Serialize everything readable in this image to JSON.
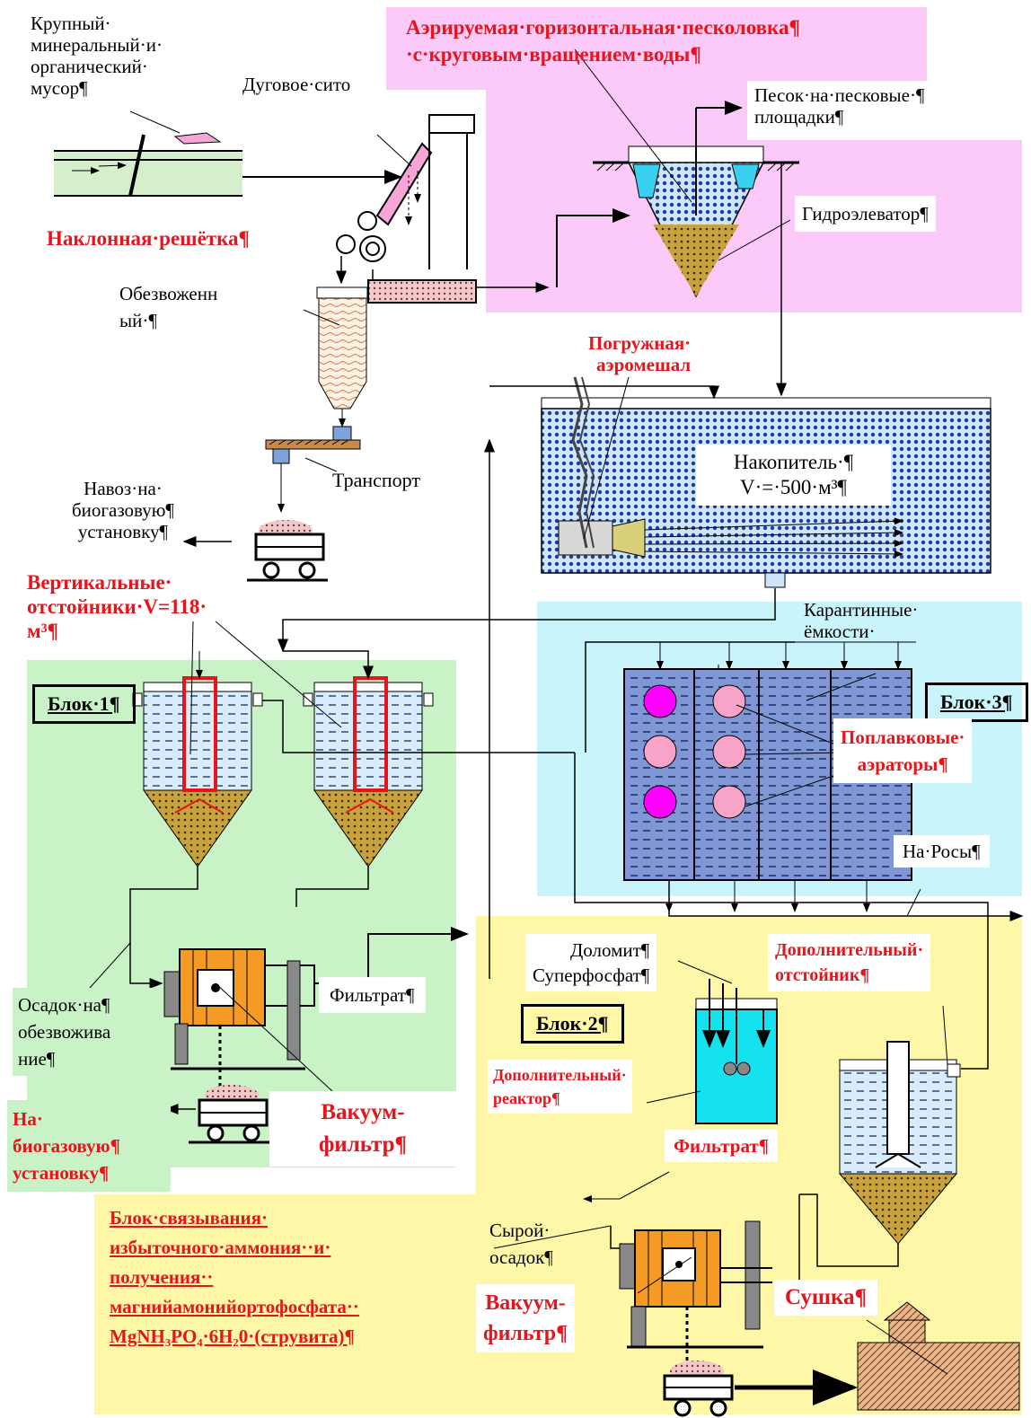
{
  "labels": {
    "coarse_debris": "Крупный·\nминеральный·и·\nорганический·\nмусор¶",
    "arc_sieve": "Дуговое·сито",
    "inclined_grate": "Наклонная·решётка¶",
    "dewatered": "Обезвоженн\nый·¶",
    "transport": "Транспорт",
    "manure_to_biogas": "Навоз·на·\nбиогазовую¶\nустановку¶",
    "sand_trap_title": "Аэрируемая·горизонтальная·песколовка¶\n·с·круговым·вращением·воды¶",
    "sand_to_pads": "Песок·на·песковые·¶\nплощадки¶",
    "hydroelevator": "Гидроэлеватор¶",
    "submersible_mixer": "Погружная·\nаэромешал",
    "storage": "Накопитель·¶\nV·=·500·м³¶",
    "vertical_settlers": "Вертикальные·\nотстойники·V=118·\nм³¶",
    "quarantine_tanks": "Карантинные·\nёмкости·",
    "block1": "Блок·1¶",
    "block3": "Блок·3¶",
    "block2": "Блок·2¶",
    "float_aerators": "Поплавковые·\nаэраторы¶",
    "to_rosy": "На·Росы¶",
    "dolomite": "Доломит¶\nСуперфосфат¶",
    "additional_settler": "Дополнительный·\nотстойник¶",
    "sludge_dewatering": "Осадок·на¶\nобезвожива\nние¶",
    "filtrate1": "Фильтрат¶",
    "vacuum_filter1": "Вакуум-\nфильтр¶",
    "to_biogas": "На·\nбиогазовую¶\nустановку¶",
    "additional_reactor": "Дополнительный·\nреактор¶",
    "filtrate2": "Фильтрат¶",
    "raw_sludge": "Сырой·\nосадок¶",
    "vacuum_filter2": "Вакуум-\nфильтр¶",
    "drying": "Сушка¶",
    "struvite_block": "Блок·связывания·\nизбыточного·аммония··и·\nполучения··\nмагнийамонийортофосфата··\nMgNH₃PO₄·6H₂0·(струвита)¶"
  },
  "colors": {
    "sand_trap_zone": "#fccaf8",
    "block1_zone": "#c9f2c7",
    "block3_zone": "#caf4fb",
    "block2_zone": "#fff7a8",
    "red_text": "#e8141b",
    "water": "#cfe8fb",
    "sediment": "#c8a33c",
    "storage_dots": "#1d3f9c",
    "filter_orange": "#f59a23",
    "magenta": "#ff00ff",
    "pink": "#f7a4c8",
    "reactor_cyan": "#14e3ef"
  },
  "icons": [
    "screw-conveyor-icon",
    "cart-icon",
    "aerator-icon",
    "mixer-icon",
    "drying-chamber-icon"
  ]
}
